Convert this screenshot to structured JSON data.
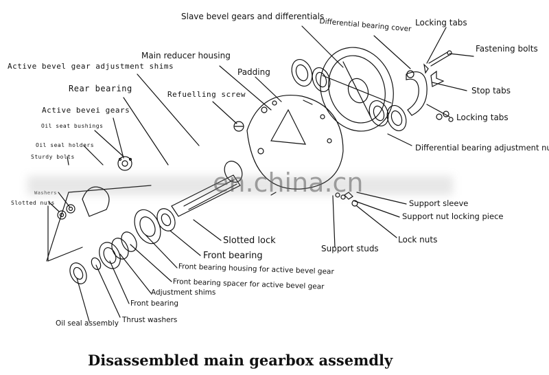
{
  "title": "Disassembled main gearbox assemdly",
  "watermark": "en.china.cn",
  "labels": {
    "slave_bevel_gears": "Slave bevel gears and differentials",
    "differential_bearing_cover": "Differential bearing cover",
    "locking_tabs_top": "Locking tabs",
    "fastening_bolts": "Fastening bolts",
    "main_reducer_housing": "Main reducer housing",
    "active_bevel_gear_shims": "Active bevel gear adjustment shims",
    "padding": "Padding",
    "stop_tabs": "Stop tabs",
    "rear_bearing": "Rear bearing",
    "refuelling_screw": "Refuelling screw",
    "locking_tabs_right": "Locking tabs",
    "active_bevel_gears": "Active bevei gears",
    "oil_seat_bushings": "Oil seat bushings",
    "differential_bearing_adjustment_nut": "Differential bearing adjustment nut",
    "oil_seal_holders": "Oil seal holders",
    "sturdy_bolts": "Sturdy bolts",
    "washers": "Washers",
    "slotted_nuts": "Slotted nuts",
    "support_sleeve": "Support sleeve",
    "support_nut_locking_piece": "Support nut locking piece",
    "slotted_lock": "Slotted lock",
    "lock_nuts": "Lock nuts",
    "support_studs": "Support studs",
    "front_bearing_upper": "Front bearing",
    "front_bearing_housing": "Front bearing housing for active bevel gear",
    "front_bearing_spacer": "Front bearing spacer for active bevel gear",
    "adjustment_shims": "Adjustment shims",
    "front_bearing_lower": "Front bearing",
    "thrust_washers": "Thrust washers",
    "oil_seal_assembly": "Oil seal assembly"
  }
}
